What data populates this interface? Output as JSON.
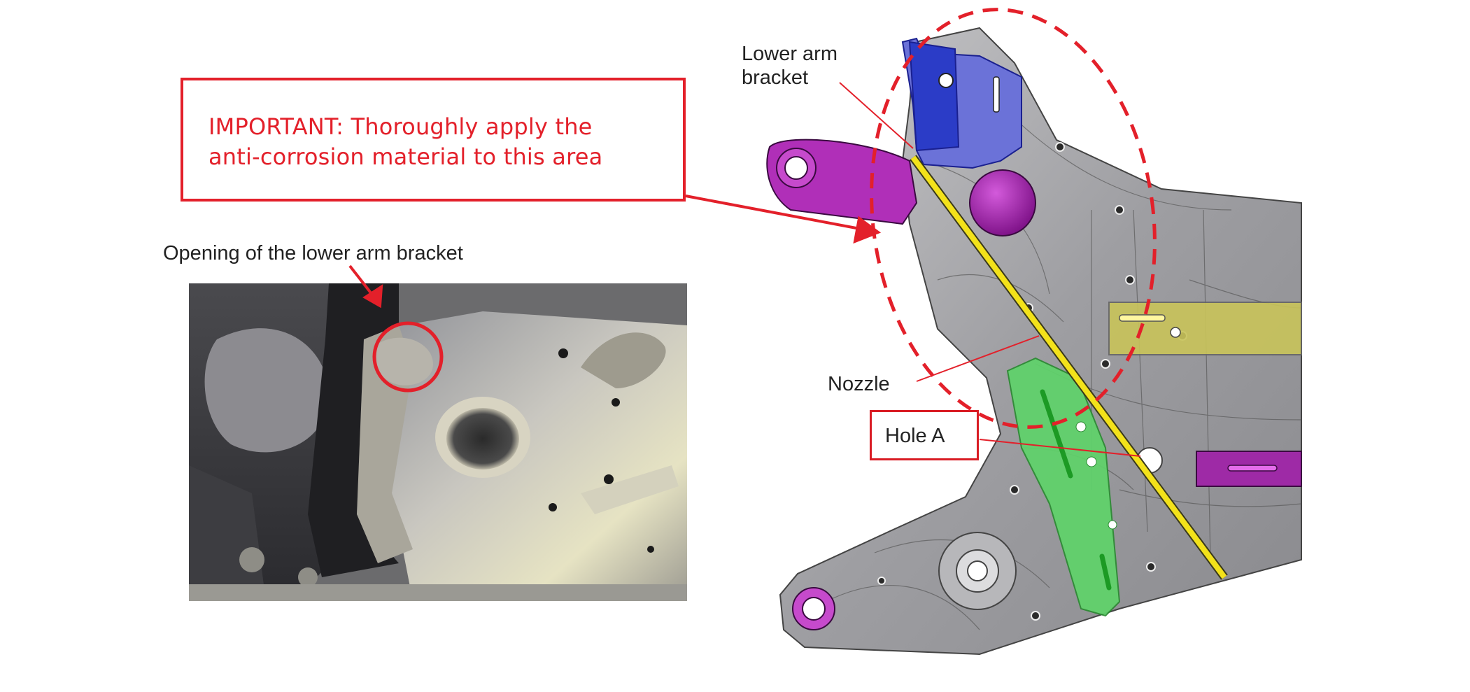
{
  "callout": {
    "line1": "IMPORTANT:  Thoroughly apply the",
    "line2": "anti-corrosion material to this area"
  },
  "labels": {
    "opening": "Opening of the lower arm bracket",
    "lower_arm_line1": "Lower arm",
    "lower_arm_line2": "bracket",
    "nozzle": "Nozzle",
    "hole_a": "Hole A"
  },
  "colors": {
    "warning_red": "#e3202a",
    "bracket_blue": "#2b3cc7",
    "purple_parts": "#a020a8",
    "green_part": "#5fd36a",
    "yellow_part": "#c9c45a",
    "nozzle_yellow": "#f3e21a"
  }
}
